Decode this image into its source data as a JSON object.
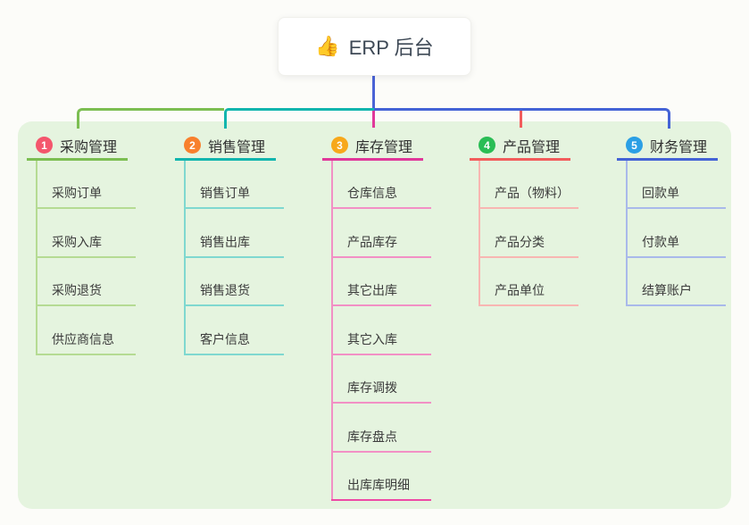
{
  "root": {
    "icon_glyph": "👍",
    "label": "ERP 后台"
  },
  "branches": [
    {
      "index": "1",
      "label": "采购管理",
      "badge_color": "#f4566d",
      "line_color": "#7cbe52",
      "child_line_color": "#b5db93",
      "children": [
        "采购订单",
        "采购入库",
        "采购退货",
        "供应商信息"
      ]
    },
    {
      "index": "2",
      "label": "销售管理",
      "badge_color": "#f8802d",
      "line_color": "#12b5ae",
      "child_line_color": "#7fd8d0",
      "children": [
        "销售订单",
        "销售出库",
        "销售退货",
        "客户信息"
      ]
    },
    {
      "index": "3",
      "label": "库存管理",
      "badge_color": "#f7a81b",
      "line_color": "#e0389a",
      "child_line_color": "#f290c5",
      "highlight_child_line": "#ee4aa5",
      "children": [
        "仓库信息",
        "产品库存",
        "其它出库",
        "其它入库",
        "库存调拨",
        "库存盘点",
        "出库库明细"
      ]
    },
    {
      "index": "4",
      "label": "产品管理",
      "badge_color": "#2abd55",
      "line_color": "#f25c5c",
      "child_line_color": "#f8b6b2",
      "children": [
        "产品（物料）",
        "产品分类",
        "产品单位"
      ]
    },
    {
      "index": "5",
      "label": "财务管理",
      "badge_color": "#2b9fe5",
      "line_color": "#4463d6",
      "child_line_color": "#a9b9ea",
      "children": [
        "回款单",
        "付款单",
        "结算账户"
      ]
    }
  ],
  "colors": {
    "canvas_bg": "#fcfcf9",
    "panel_bg": "#e5f4df",
    "root_stem": "#4a63d6",
    "root_text": "#3d4855",
    "node_text": "#3b3b3b"
  }
}
